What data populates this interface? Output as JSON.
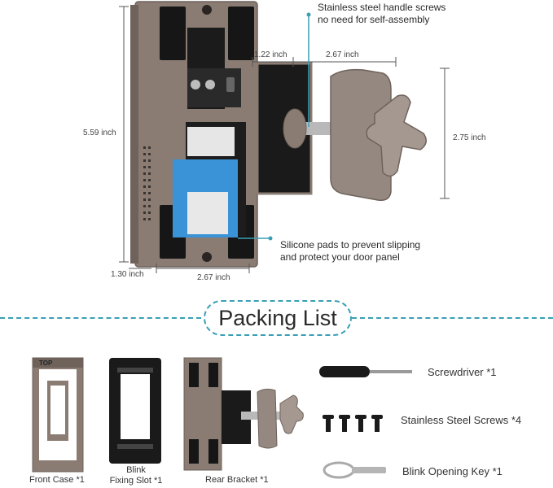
{
  "callouts": {
    "screws": [
      "Stainless steel handle screws",
      "no need for self-assembly"
    ],
    "pads": [
      "Silicone pads to prevent slipping",
      "and protect your door panel"
    ]
  },
  "dimensions": {
    "height": "5.59 inch",
    "top_left": "1.22 inch",
    "top_right": "2.67 inch",
    "bracket_height": "2.75 inch",
    "depth": "1.30 inch",
    "width": "2.67 inch"
  },
  "packing": {
    "title": "Packing List",
    "items": {
      "front_case": "Front Case *1",
      "fixing_slot": [
        "Blink",
        "Fixing Slot *1"
      ],
      "rear_bracket": "Rear Bracket *1",
      "screwdriver": "Screwdriver *1",
      "screws": "Stainless Steel Screws *4",
      "key": "Blink Opening Key *1"
    },
    "case_top_text": "TOP"
  },
  "colors": {
    "metal": "#8a7c73",
    "metal_dark": "#6e625b",
    "pad": "#161616",
    "accent": "#3a9fb5"
  }
}
